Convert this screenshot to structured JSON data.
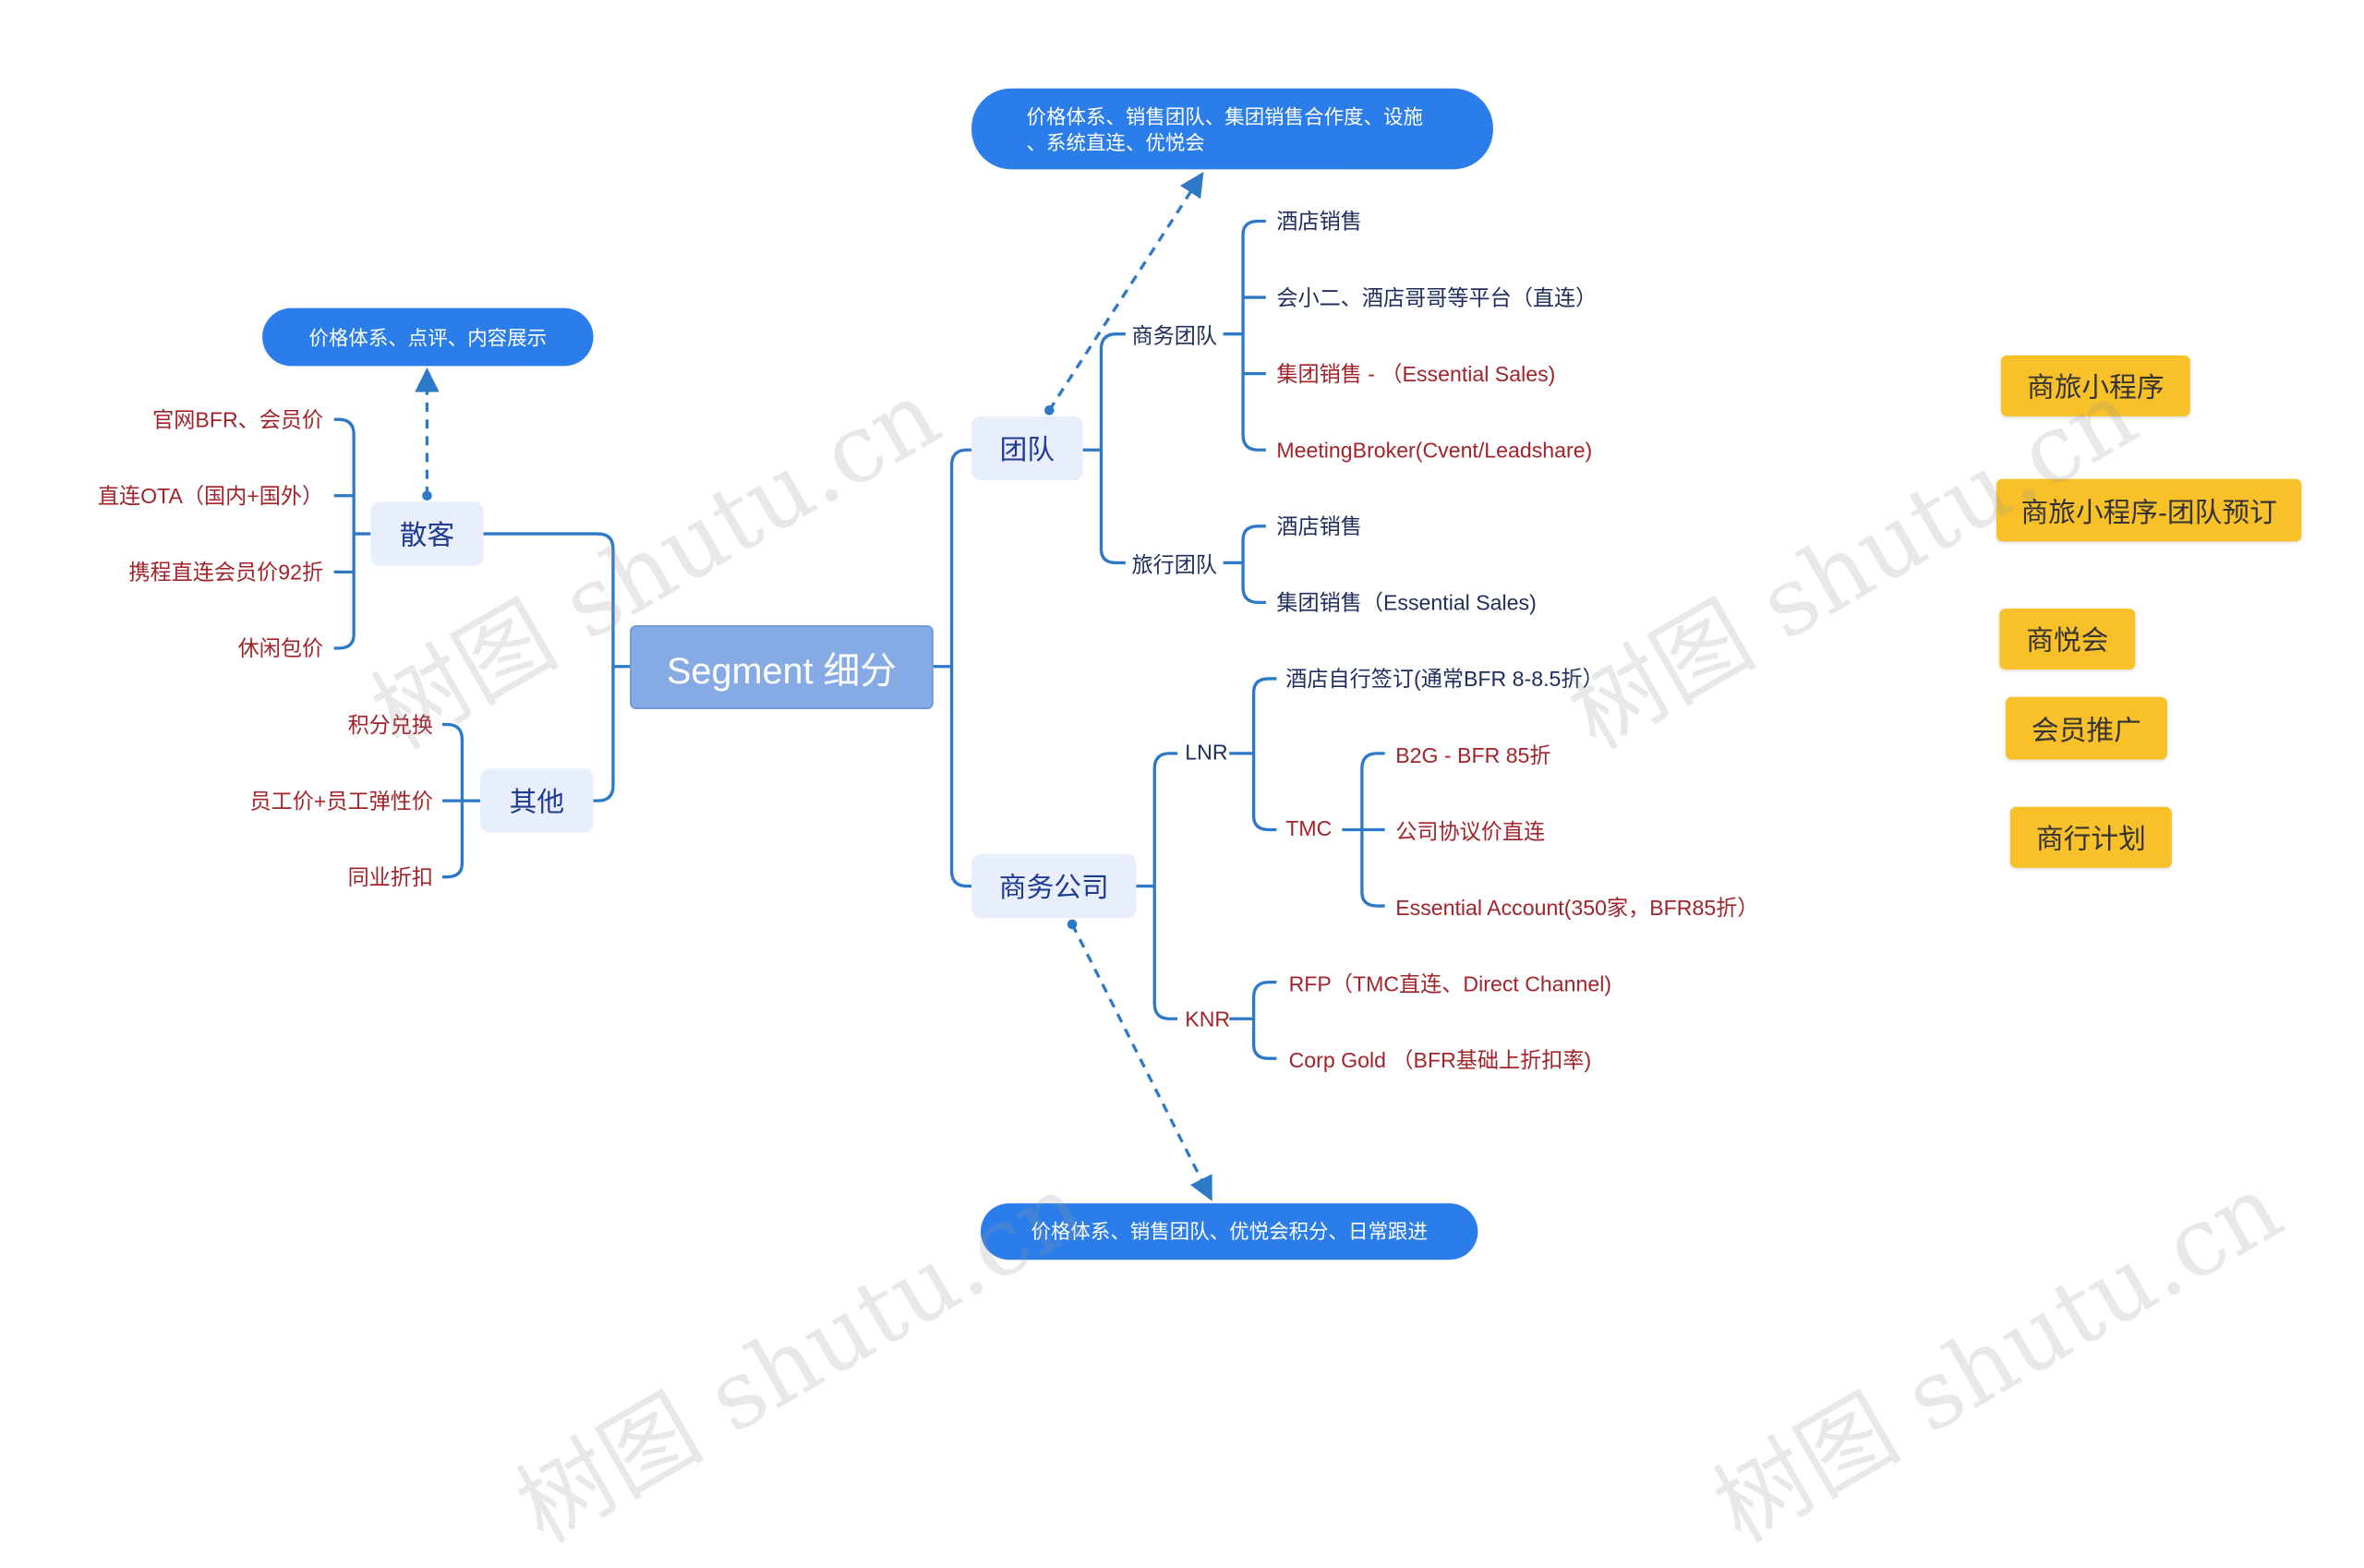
{
  "root": {
    "label": "Segment 细分"
  },
  "sanke": {
    "label": "散客",
    "note": "价格体系、点评、内容展示",
    "items": [
      "官网BFR、会员价",
      "直连OTA（国内+国外）",
      "携程直连会员价92折",
      "休闲包价"
    ]
  },
  "qita": {
    "label": "其他",
    "items": [
      "积分兑换",
      "员工价+员工弹性价",
      "同业折扣"
    ]
  },
  "tuandui": {
    "label": "团队",
    "note_line1": "价格体系、销售团队、集团销售合作度、设施",
    "note_line2": "、系统直连、优悦会",
    "business": {
      "label": "商务团队",
      "items": [
        "酒店销售",
        "会小二、酒店哥哥等平台（直连）",
        "集团销售 - （Essential Sales)",
        "MeetingBroker(Cvent/Leadshare)"
      ]
    },
    "travel": {
      "label": "旅行团队",
      "items": [
        "酒店销售",
        "集团销售（Essential Sales)"
      ]
    }
  },
  "company": {
    "label": "商务公司",
    "note": "价格体系、销售团队、优悦会积分、日常跟进",
    "lnr": {
      "label": "LNR",
      "self": "酒店自行签订(通常BFR 8-8.5折）",
      "tmc": {
        "label": "TMC",
        "items": [
          "B2G - BFR 85折",
          "公司协议价直连",
          "Essential Account(350家，BFR85折）"
        ]
      }
    },
    "knr": {
      "label": "KNR",
      "items": [
        "RFP（TMC直连、Direct Channel)",
        "Corp Gold （BFR基础上折扣率)"
      ]
    }
  },
  "side_tags": [
    "商旅小程序",
    "商旅小程序-团队预订",
    "商悦会",
    "会员推广",
    "商行计划"
  ],
  "watermark": "树图 shutu.cn",
  "colors": {
    "line": "#2e78c8",
    "pill": "#2b7de9",
    "tag": "#f8c12a",
    "leaf_red": "#a2232a",
    "leaf_navy": "#1f2d5c"
  }
}
